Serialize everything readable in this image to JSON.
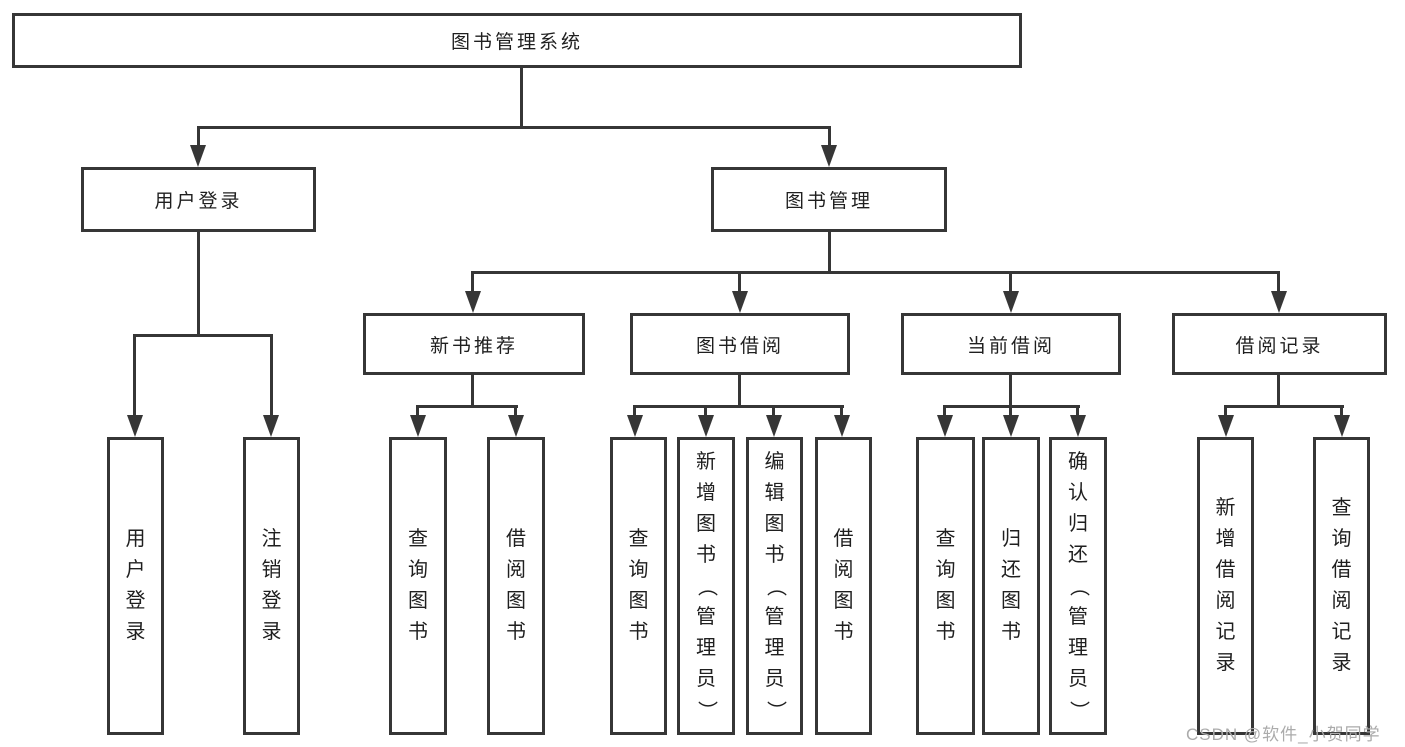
{
  "tree": {
    "root": {
      "label": "图书管理系统"
    },
    "branches": [
      {
        "label": "用户登录",
        "children": [
          {
            "label": "用户登录"
          },
          {
            "label": "注销登录"
          }
        ]
      },
      {
        "label": "图书管理",
        "children": [
          {
            "label": "新书推荐",
            "children": [
              {
                "label": "查询图书"
              },
              {
                "label": "借阅图书"
              }
            ]
          },
          {
            "label": "图书借阅",
            "children": [
              {
                "label": "查询图书"
              },
              {
                "label": "新增图书（管理员）"
              },
              {
                "label": "编辑图书（管理员）"
              },
              {
                "label": "借阅图书"
              }
            ]
          },
          {
            "label": "当前借阅",
            "children": [
              {
                "label": "查询图书"
              },
              {
                "label": "归还图书"
              },
              {
                "label": "确认归还（管理员）"
              }
            ]
          },
          {
            "label": "借阅记录",
            "children": [
              {
                "label": "新增借阅记录"
              },
              {
                "label": "查询借阅记录"
              }
            ]
          }
        ]
      }
    ]
  },
  "watermark": {
    "text": "CSDN @软件_小贺同学"
  },
  "colors": {
    "line": "#363636",
    "box_border": "#363636",
    "text": "#1f1f1f",
    "watermark": "#ababab",
    "background": "#ffffff"
  }
}
